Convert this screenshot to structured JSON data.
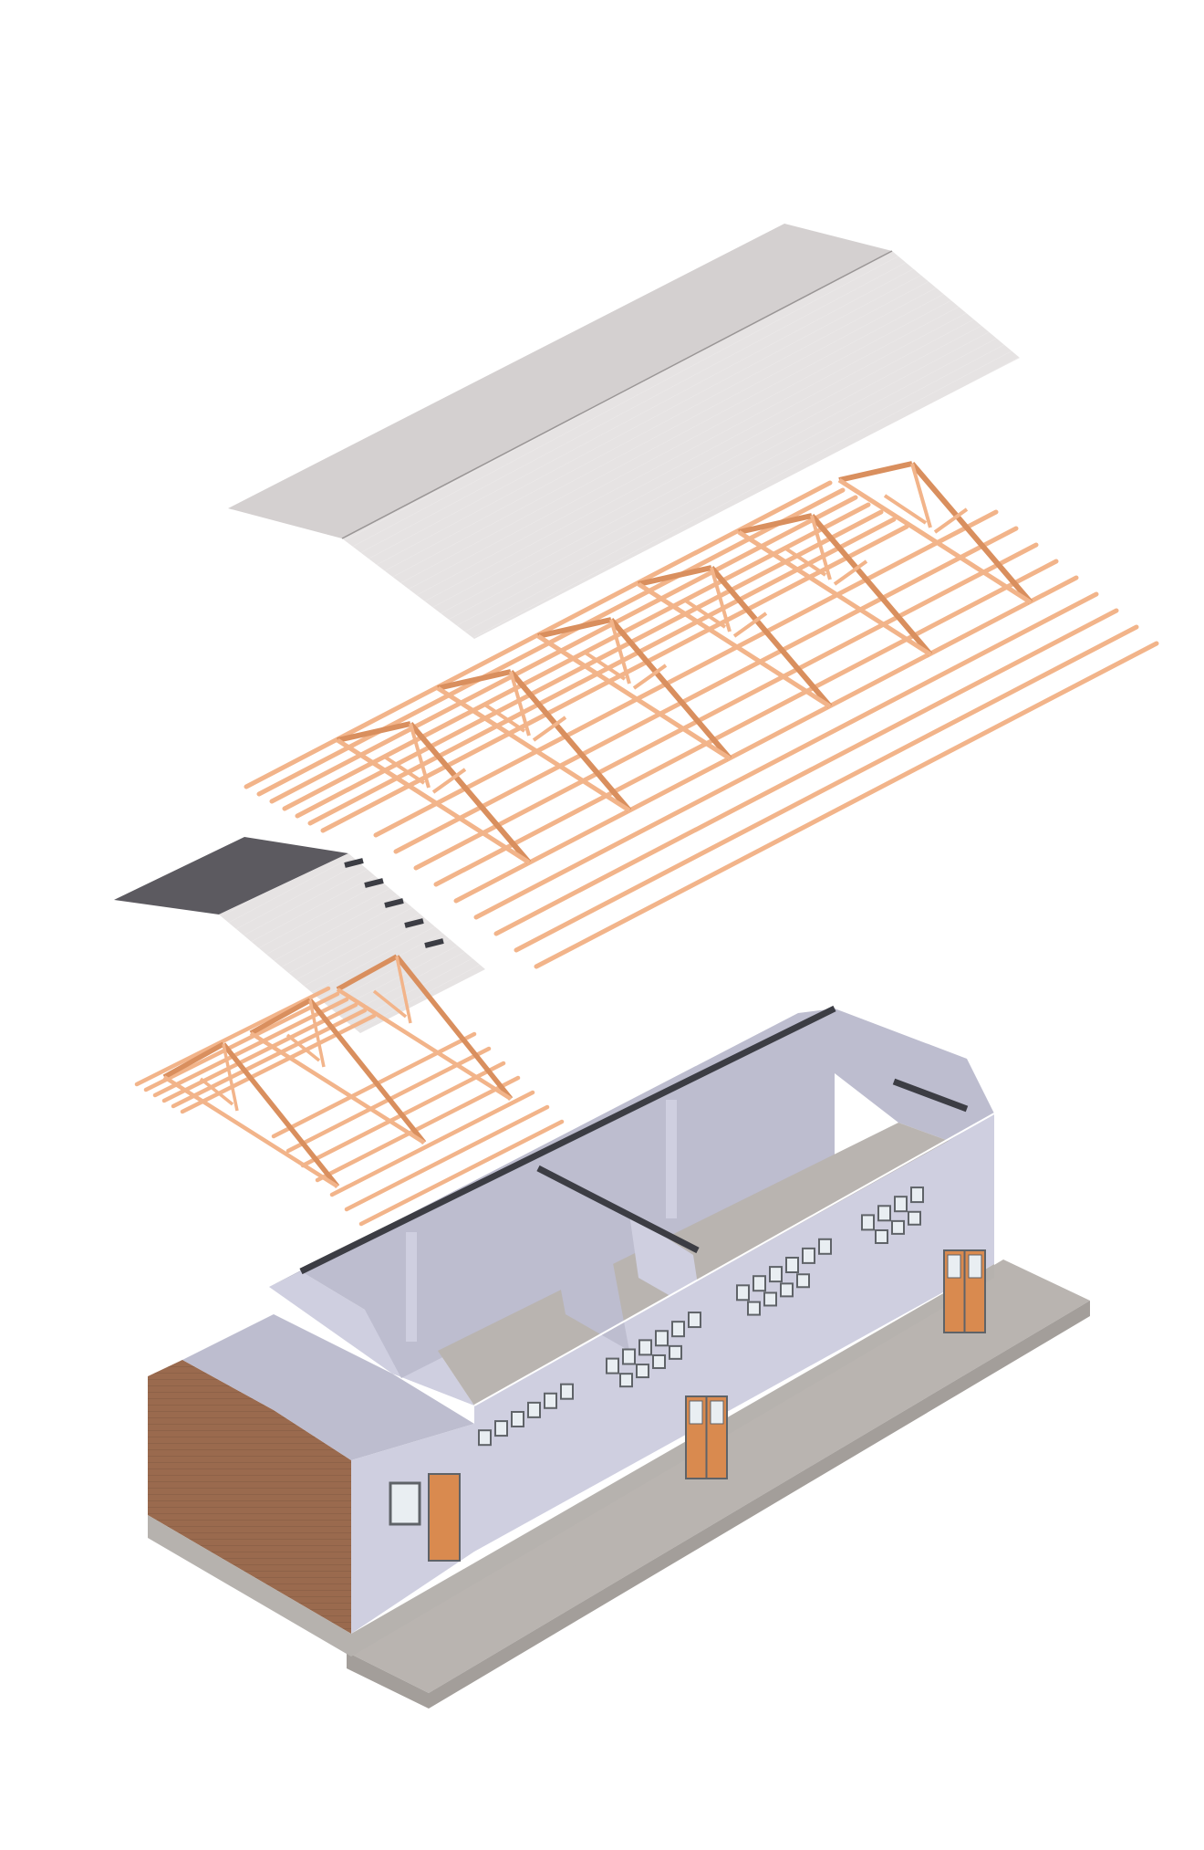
{
  "diagram": {
    "type": "exploded-axonometric",
    "colors": {
      "background": "#ffffff",
      "roof_top": "#d4d0d0",
      "roof_slope": "#e6e3e3",
      "roof_edge": "#9a9696",
      "roof_shadow": "#5c5a60",
      "timber": "#f2b48a",
      "timber_dark": "#d98f5e",
      "wall_plaster": "#cfcfe0",
      "wall_inner": "#bdbdcf",
      "wall_brick": "#9a6a4e",
      "wall_brick_dark": "#7e543c",
      "floor": "#b9b4b0",
      "floor_dark": "#a39e9a",
      "plinth": "#b6b2ae",
      "door_wood": "#d98a4f",
      "window_glass": "#e9eef2",
      "window_frame": "#5f6368",
      "beam_dark": "#3c3d44"
    },
    "layers": [
      {
        "id": "main-roof-cladding"
      },
      {
        "id": "main-roof-trusses"
      },
      {
        "id": "annex-roof-cladding"
      },
      {
        "id": "annex-roof-trusses"
      },
      {
        "id": "walls-and-slab"
      }
    ]
  }
}
